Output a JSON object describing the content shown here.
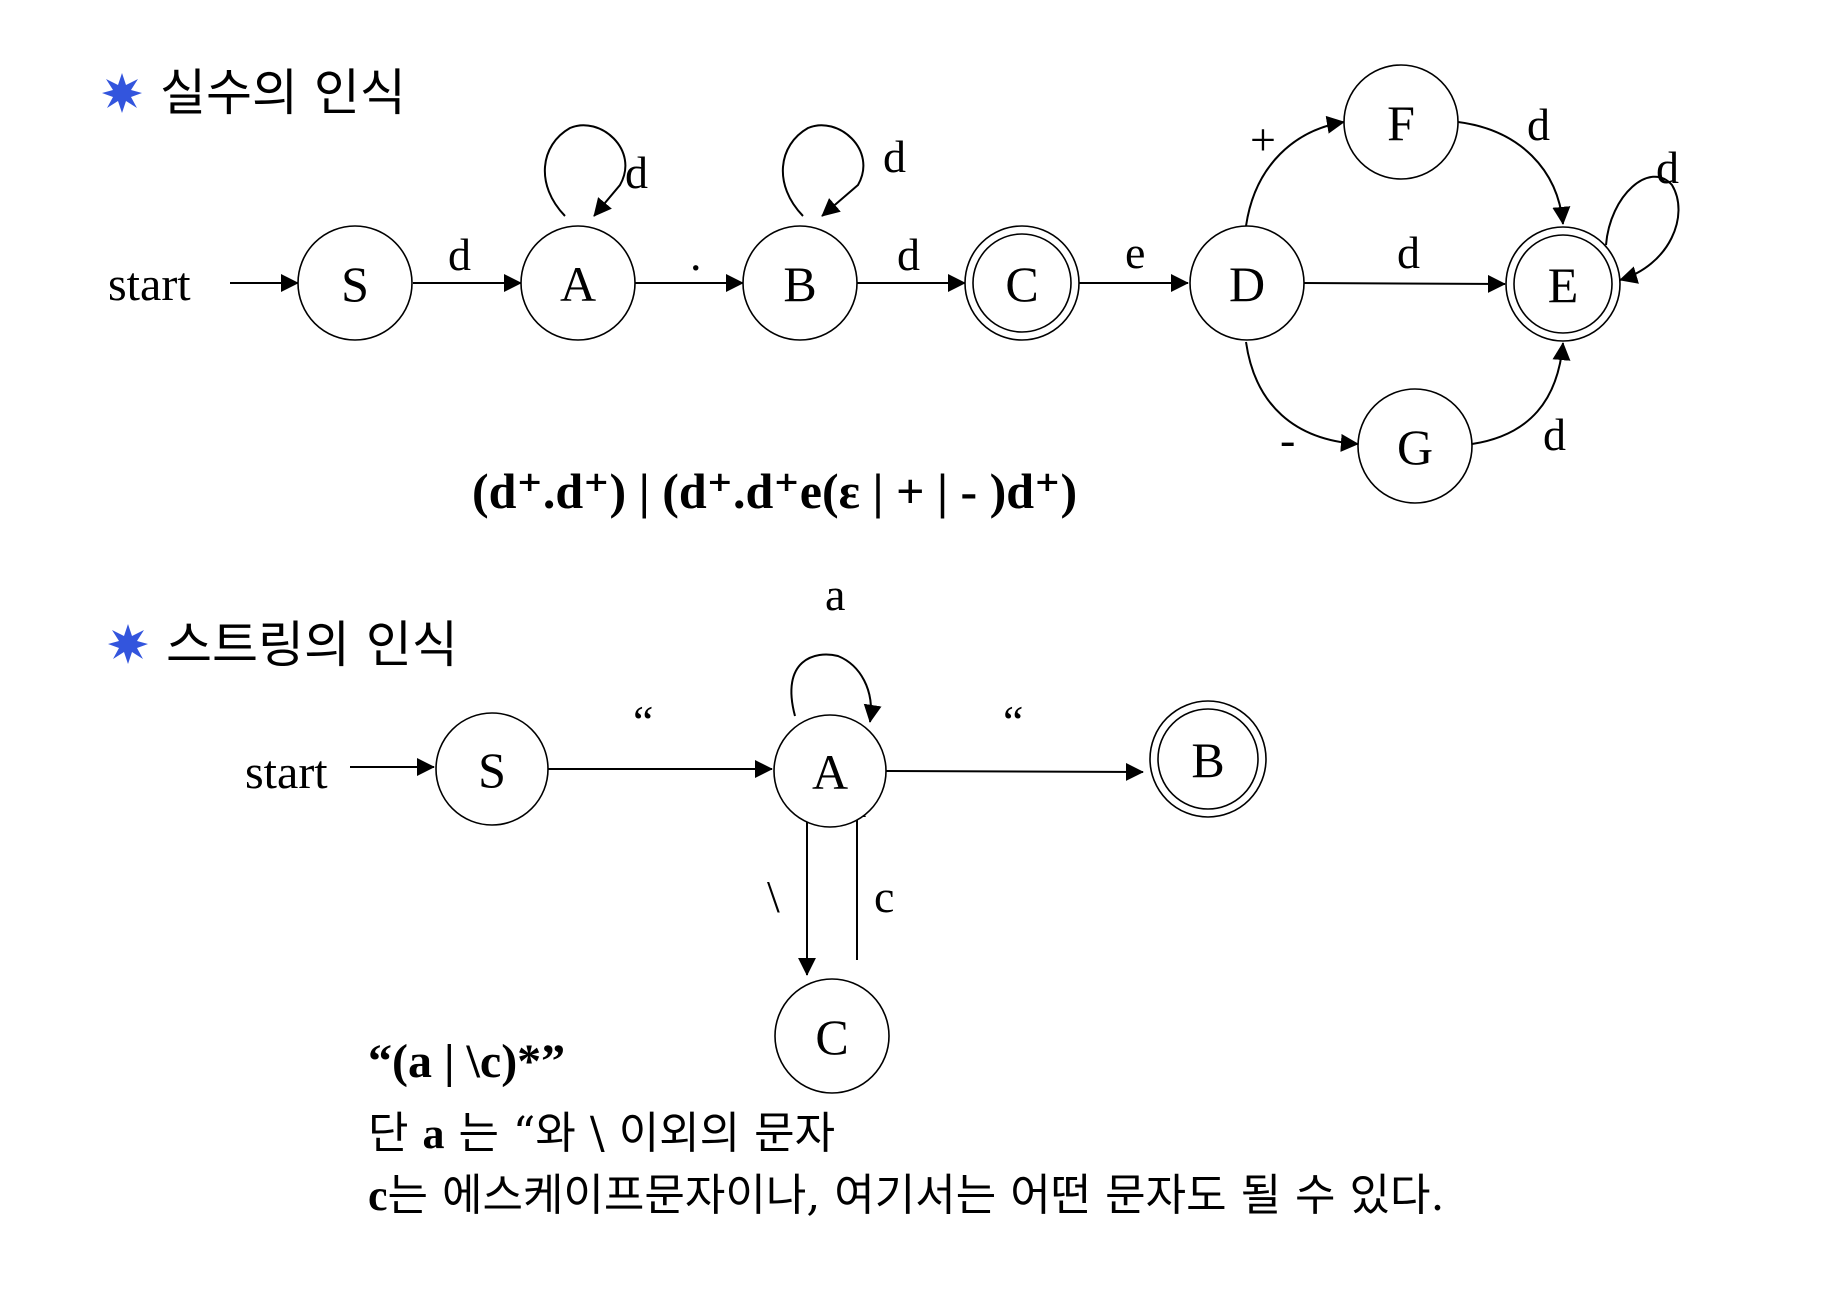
{
  "section1": {
    "heading": "실수의 인식",
    "start_label": "start",
    "states": {
      "S": "S",
      "A": "A",
      "B": "B",
      "C": "C",
      "D": "D",
      "E": "E",
      "F": "F",
      "G": "G"
    },
    "accepting_states": [
      "C",
      "E"
    ],
    "edges": {
      "S_A": "d",
      "A_loop": "d",
      "A_B": ".",
      "B_loop": "d",
      "B_C": "d",
      "C_D": "e",
      "D_E": "d",
      "D_F": "+",
      "F_E": "d",
      "D_G": "-",
      "G_E": "d",
      "E_loop": "d"
    },
    "regex": "(d⁺.d⁺) | (d⁺.d⁺e(ε | + | - )d⁺)"
  },
  "section2": {
    "heading": "스트링의 인식",
    "start_label": "start",
    "states": {
      "S": "S",
      "A": "A",
      "B": "B",
      "C": "C"
    },
    "accepting_states": [
      "B"
    ],
    "edges": {
      "S_A": "“",
      "A_loop": "a",
      "A_B": "“",
      "A_C": "\\",
      "C_A": "c"
    },
    "regex": "“(a | \\c)*”",
    "note_line1_prefix": "단 ",
    "note_line1_bold": "a",
    "note_line1_rest": " 는 “와 \\ 이외의 문자",
    "note_line2_bold": "c",
    "note_line2_rest": "는 에스케이프문자이나, 여기서는 어떤 문자도 될 수 있다."
  },
  "colors": {
    "bullet": "#3355dd",
    "ink": "#000000"
  },
  "icons": {
    "bullet": "star-bullet-icon"
  }
}
